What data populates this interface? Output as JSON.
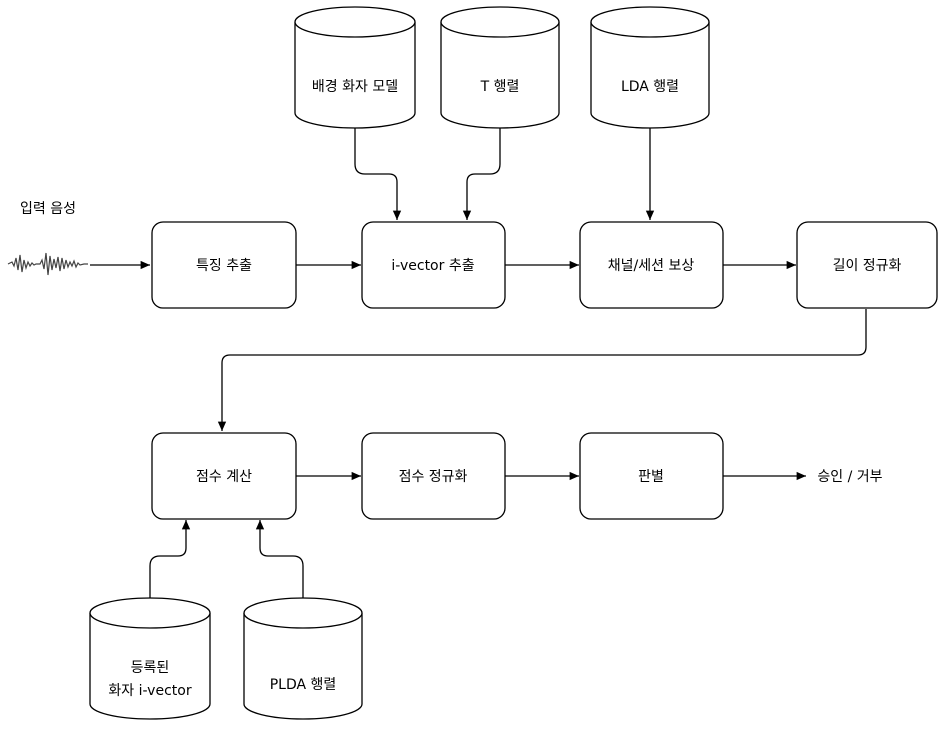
{
  "diagram": {
    "input_label": "입력 음성",
    "output_label": "승인 / 거부",
    "processes": {
      "feature_extraction": "특징 추출",
      "ivector_extraction": "i-vector 추출",
      "channel_compensation": "채널/세션 보상",
      "length_normalization": "길이 정규화",
      "scoring": "점수 계산",
      "score_normalization": "점수 정규화",
      "decision": "판별"
    },
    "databases": {
      "ubm": "배경 화자 모델",
      "t_matrix": "T 행렬",
      "lda_matrix": "LDA 행렬",
      "enrolled_line1": "등록된",
      "enrolled_line2": "화자 i-vector",
      "plda_matrix": "PLDA 행렬"
    }
  }
}
